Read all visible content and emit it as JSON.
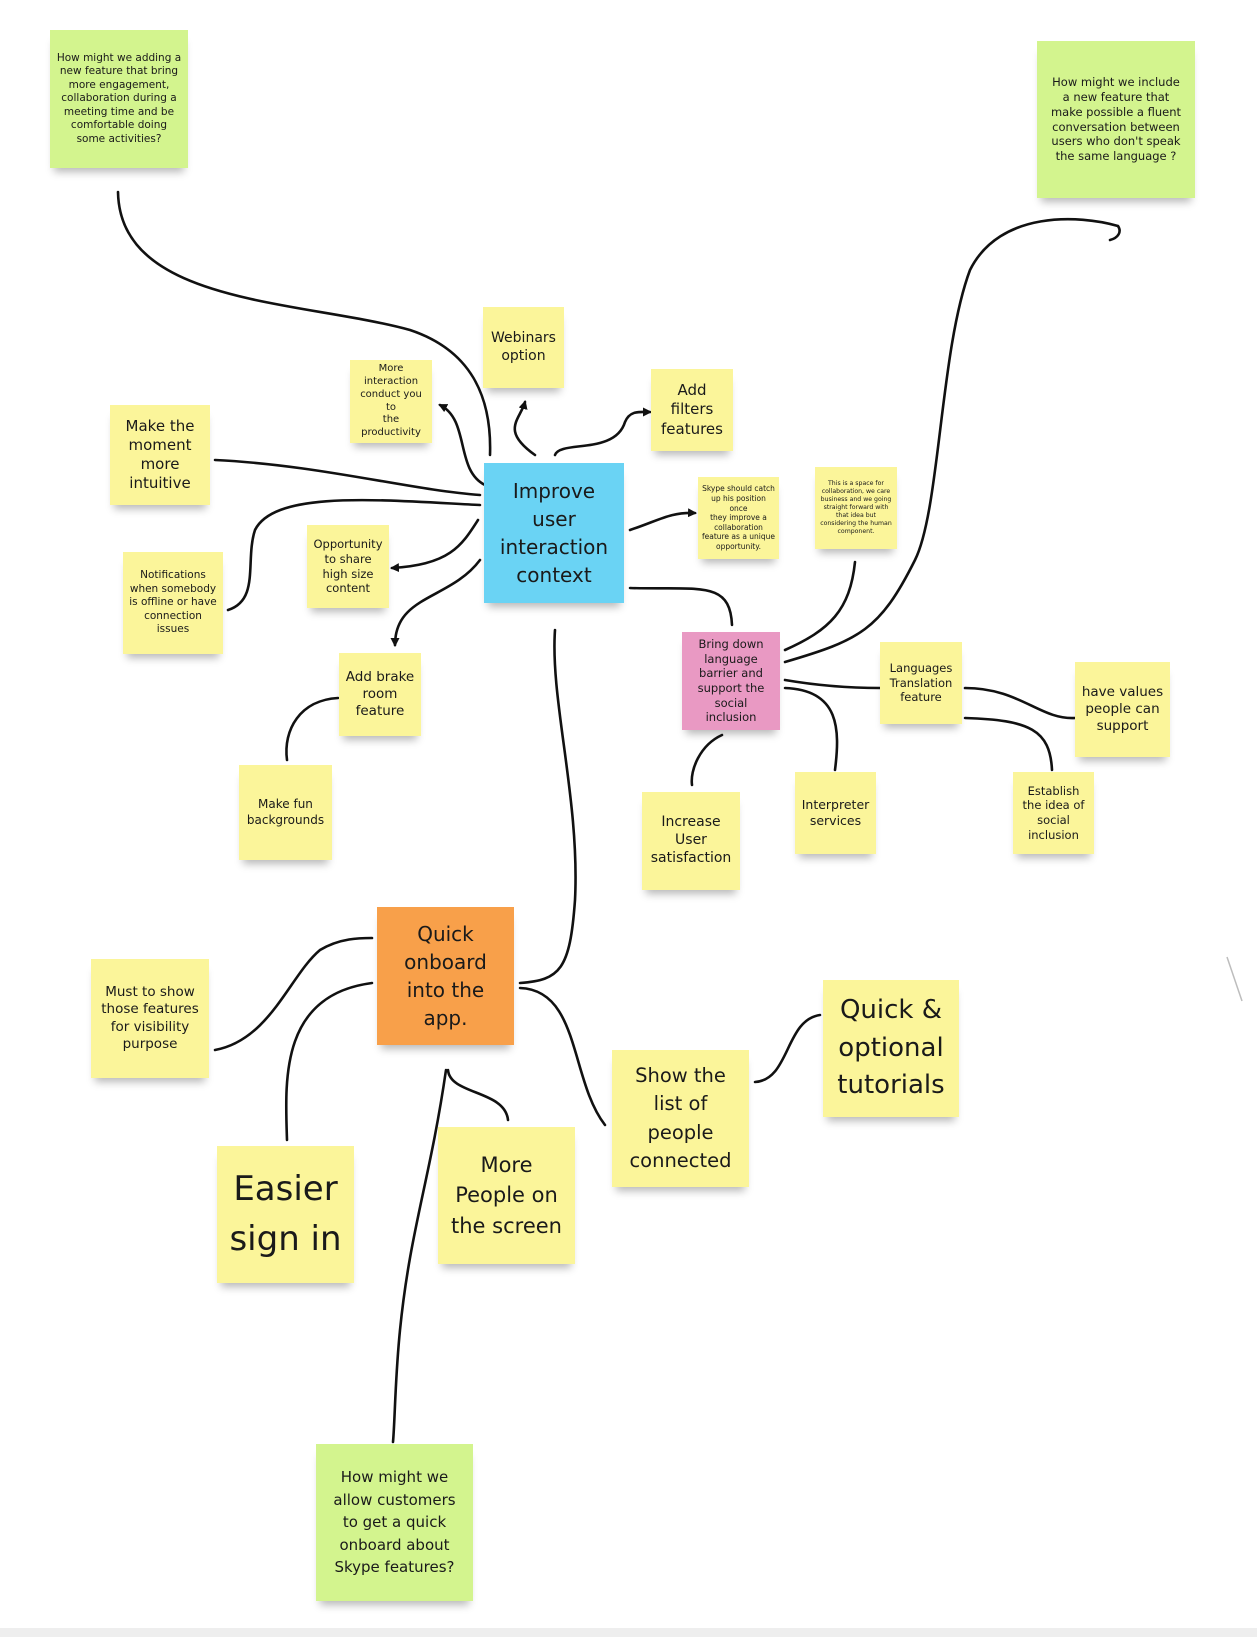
{
  "notes": {
    "q_engagement": "How might we adding a\nnew feature that bring\nmore engagement,\ncollaboration during a\nmeeting time and be\ncomfortable doing\nsome activities?",
    "q_language": "How might we include\na new feature that\nmake possible a fluent\nconversation between\nusers who don't speak\nthe same language ?",
    "webinars": "Webinars\noption",
    "more_interaction": "More\ninteraction\nconduct you to\nthe\nproductivity",
    "add_filters": "Add\nfilters\nfeatures",
    "make_moment": "Make the\nmoment\nmore\nintuitive",
    "improve": "Improve\nuser\ninteraction\ncontext",
    "skype_catch": "Skype should catch\nup his position once\nthey improve a\ncollaboration\nfeature as a unique\nopportunity.",
    "space_collab": "This is a space for\ncollaboration, we care\nbusiness and we going\nstraight forward with\nthat idea but\nconsidering the human\ncomponent.",
    "opportunity": "Opportunity\nto share\nhigh size\ncontent",
    "notifications": "Notifications\nwhen somebody\nis offline or have\nconnection\nissues",
    "bring_down": "Bring down\nlanguage\nbarrier and\nsupport the\nsocial inclusion",
    "languages": "Languages\nTranslation\nfeature",
    "have_values": "have values\npeople can\nsupport",
    "add_brake": "Add brake\nroom\nfeature",
    "make_fun": "Make fun\nbackgrounds",
    "increase": "Increase\nUser\nsatisfaction",
    "interpreter": "Interpreter\nservices",
    "establish": "Establish\nthe idea of\nsocial\ninclusion",
    "quick_onboard": "Quick\nonboard\ninto the\napp.",
    "must_show": "Must to show\nthose features\nfor visibility\npurpose",
    "quick_optional": "Quick &\noptional\ntutorials",
    "show_list": "Show the\nlist of\npeople\nconnected",
    "easier": "Easier\nsign in",
    "more_people": "More\nPeople on\nthe screen",
    "q_onboard": "How might we\nallow customers\nto get a quick\nonboard about\nSkype features?"
  },
  "colors": {
    "yellow": "#fbf59a",
    "green": "#d3f48e",
    "blue": "#6ad3f4",
    "pink": "#e999c3",
    "orange": "#f8a04a",
    "connector": "#111111"
  }
}
